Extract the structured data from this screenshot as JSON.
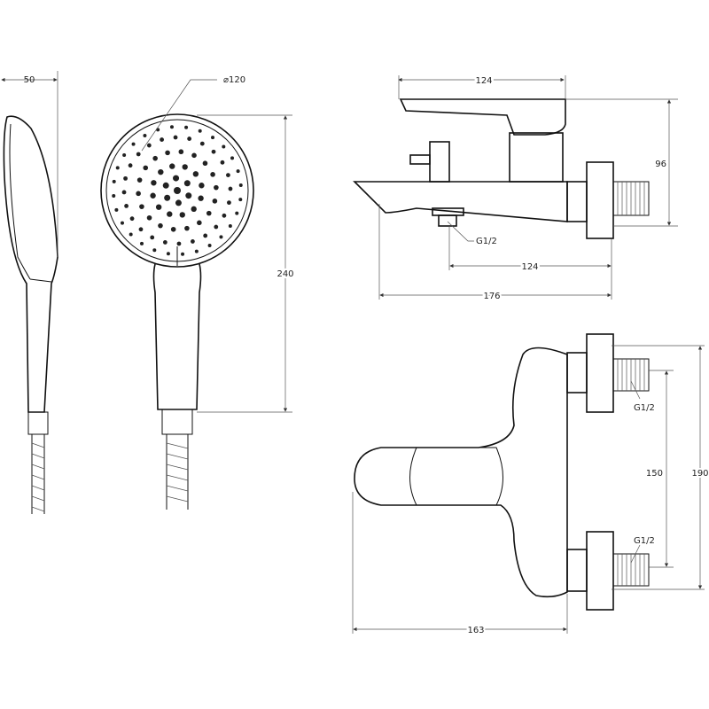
{
  "dimensions": {
    "handset_thickness": "50",
    "head_diameter": "⌀120",
    "handset_length": "240",
    "body_top_width": "124",
    "body_height": "96",
    "outlet_thread": "G1/2",
    "outlet_offset": "124",
    "spout_reach": "176",
    "plan_depth": "163",
    "connection_spacing": "150",
    "overall_width": "190",
    "inlet_thread_top": "G1/2",
    "inlet_thread_bottom": "G1/2"
  }
}
